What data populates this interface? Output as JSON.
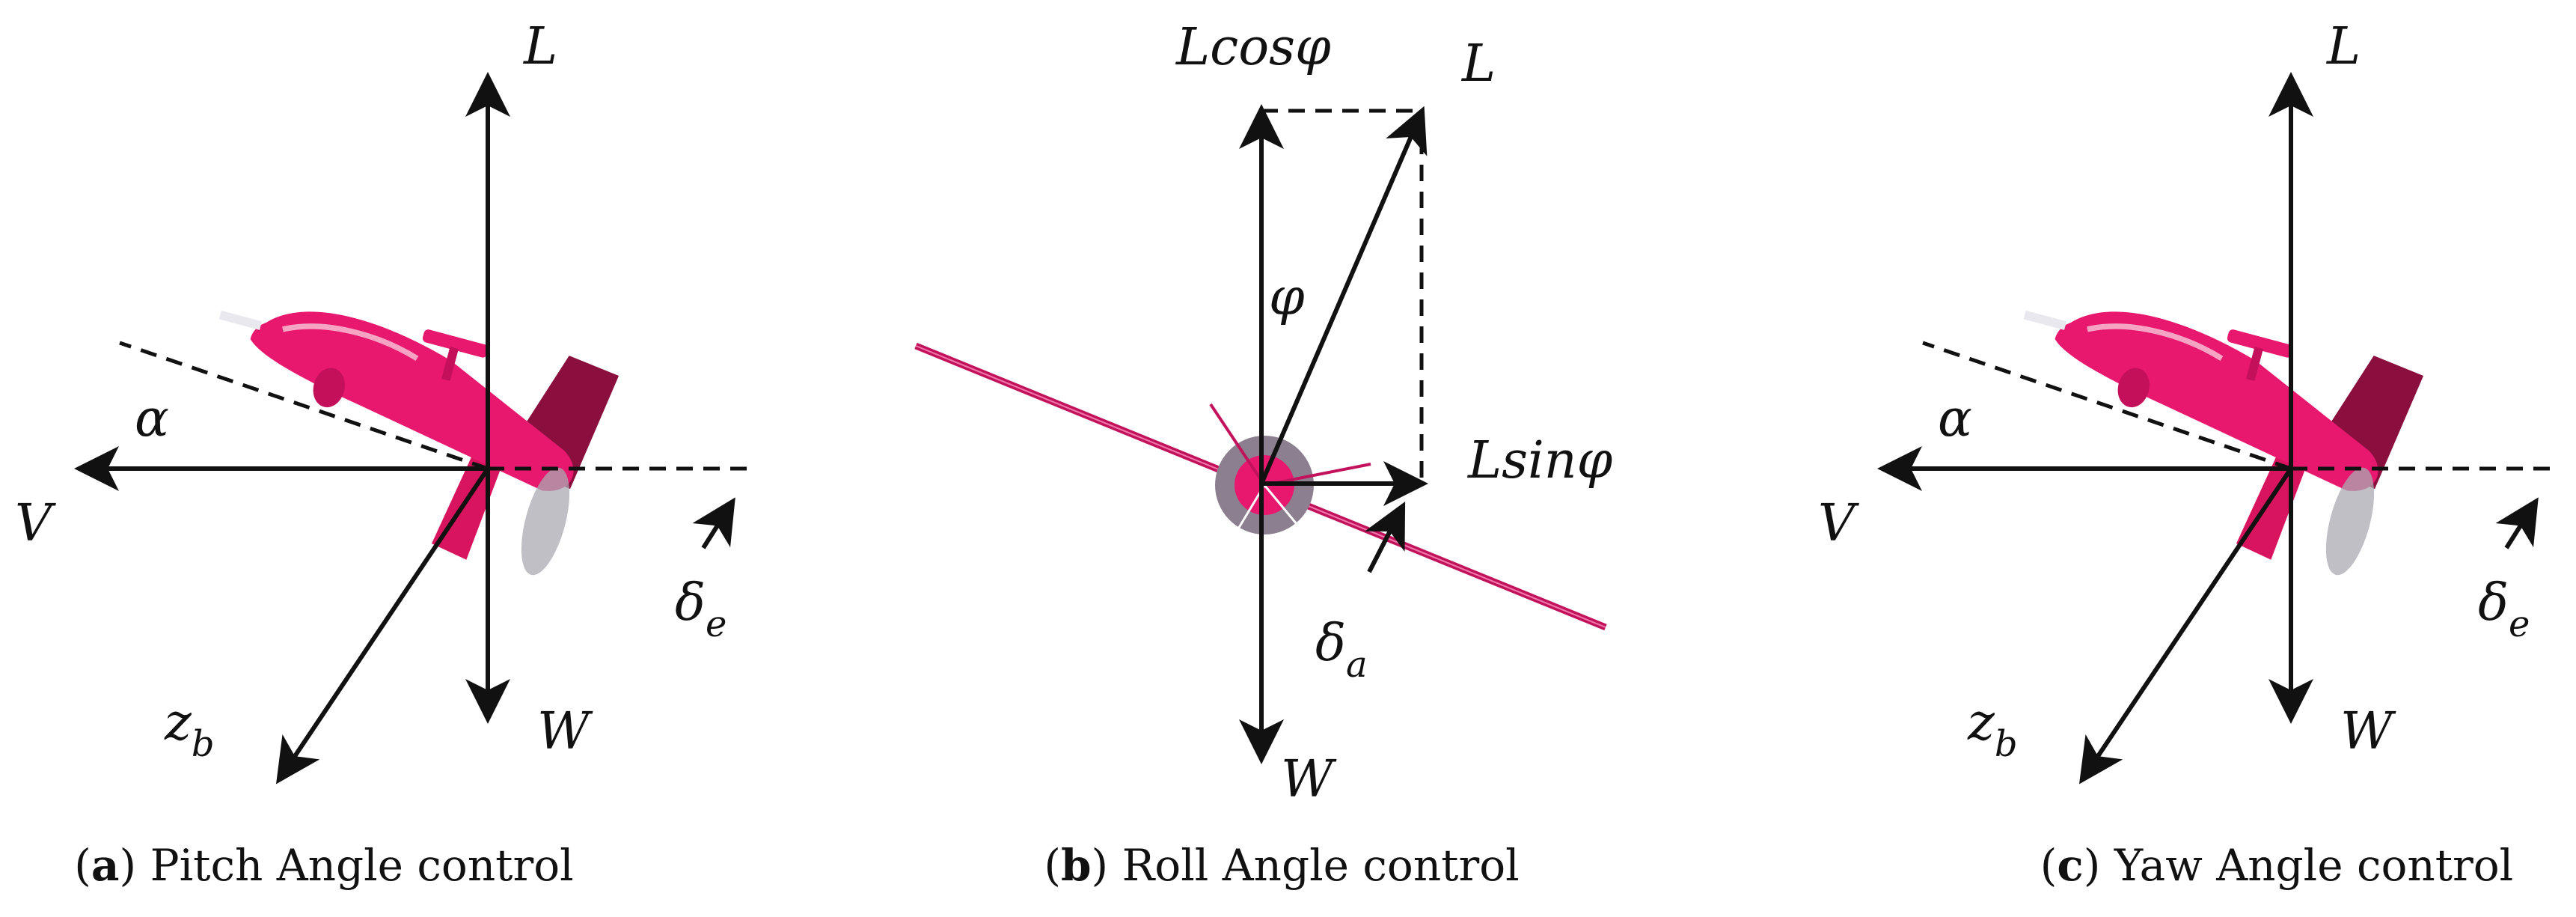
{
  "colors": {
    "aircraft": "#e8186e",
    "aircraft_dark": "#8a0f3e",
    "ink": "#111111"
  },
  "panel_a": {
    "lift": "L",
    "velocity": "V",
    "alpha": "α",
    "weight": "W",
    "zb_main": "z",
    "zb_sub": "b",
    "delta_main": "δ",
    "delta_sub": "e",
    "caption_letter": "a",
    "caption_text": "Pitch Angle control"
  },
  "panel_b": {
    "lcos": "Lcosφ",
    "lift": "L",
    "phi": "φ",
    "lsin": "Lsinφ",
    "delta_main": "δ",
    "delta_sub": "a",
    "weight": "W",
    "caption_letter": "b",
    "caption_text": "Roll Angle control"
  },
  "panel_c": {
    "lift": "L",
    "velocity": "V",
    "alpha": "α",
    "weight": "W",
    "zb_main": "z",
    "zb_sub": "b",
    "delta_main": "δ",
    "delta_sub": "e",
    "caption_letter": "c",
    "caption_text": "Yaw Angle control"
  }
}
